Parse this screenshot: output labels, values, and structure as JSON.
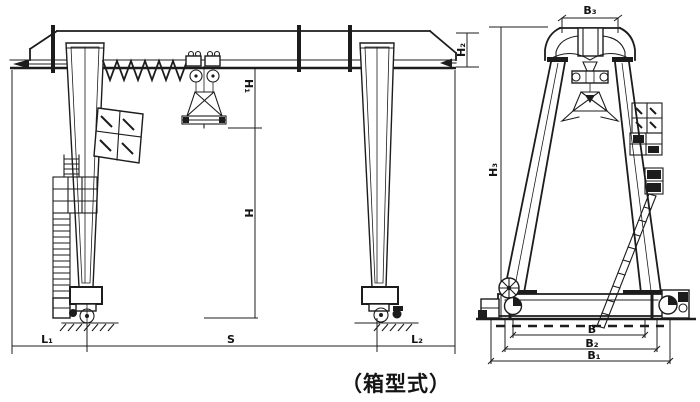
{
  "caption": "（箱型式）",
  "colors": {
    "ink": "#1c1c1c",
    "paper": "#ffffff"
  },
  "views": {
    "front": {
      "labels": {
        "hoist_headroom": "H₁",
        "lifting_height": "H",
        "girder_end_height": "H₂",
        "left_end_distance": "L₁",
        "span": "S",
        "right_end_distance": "L₂"
      }
    },
    "side": {
      "labels": {
        "top_width": "B₃",
        "overall_height": "H₃",
        "wheel_base": "B",
        "mid_width": "B₂",
        "overall_width": "B₁"
      }
    }
  }
}
